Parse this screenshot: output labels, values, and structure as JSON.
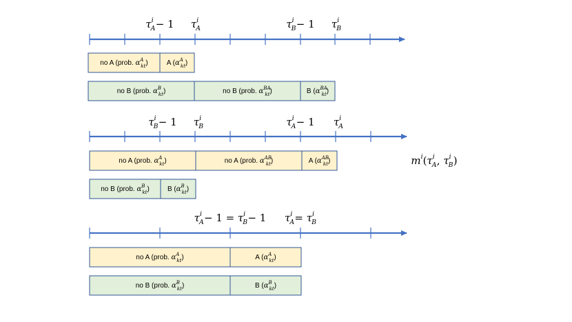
{
  "colors": {
    "axis": "#4472c4",
    "box_a_fill": "#fff2cc",
    "box_b_fill": "#e2efda",
    "box_border": "#2f5597"
  },
  "panels": [
    {
      "id": "panel-a-first",
      "axis_labels": [
        {
          "id": "tauA-minus-1",
          "parts": [
            {
              "t": "τ"
            },
            {
              "sup": "i"
            },
            {
              "sub": "A"
            },
            {
              "t": " − 1",
              "rm": true
            }
          ]
        },
        {
          "id": "tauA",
          "parts": [
            {
              "t": "τ"
            },
            {
              "sup": "i"
            },
            {
              "sub": "A"
            }
          ]
        },
        {
          "id": "tauB-minus-1",
          "parts": [
            {
              "t": "τ"
            },
            {
              "sup": "i"
            },
            {
              "sub": "B"
            },
            {
              "t": " − 1",
              "rm": true
            }
          ]
        },
        {
          "id": "tauB",
          "parts": [
            {
              "t": "τ"
            },
            {
              "sup": "i"
            },
            {
              "sub": "B"
            }
          ]
        }
      ],
      "rows": [
        {
          "kind": "a",
          "boxes": [
            {
              "id": "noA",
              "text": "no A (prob. ",
              "g": "α",
              "sup": "A",
              "sub": "kt",
              "end": ")"
            },
            {
              "id": "A",
              "text": "A (",
              "g": "α",
              "sup": "A",
              "sub": "kt",
              "end": ")"
            }
          ]
        },
        {
          "kind": "b",
          "boxes": [
            {
              "id": "noB",
              "text": "no B (prob. ",
              "g": "α",
              "sup": "B",
              "sub": "kt",
              "end": ")"
            },
            {
              "id": "noB-BA",
              "text": "no B (prob. ",
              "g": "α",
              "sup": "BA",
              "sub": "kt",
              "end": ")"
            },
            {
              "id": "B",
              "text": "B (",
              "g": "α",
              "sup": "BA",
              "sub": "kt",
              "end": ")"
            }
          ]
        }
      ]
    },
    {
      "id": "panel-b-first",
      "axis_labels": [
        {
          "id": "tauB-minus-1",
          "parts": [
            {
              "t": "τ"
            },
            {
              "sup": "i"
            },
            {
              "sub": "B"
            },
            {
              "t": " − 1",
              "rm": true
            }
          ]
        },
        {
          "id": "tauB",
          "parts": [
            {
              "t": "τ"
            },
            {
              "sup": "i"
            },
            {
              "sub": "B"
            }
          ]
        },
        {
          "id": "tauA-minus-1",
          "parts": [
            {
              "t": "τ"
            },
            {
              "sup": "i"
            },
            {
              "sub": "A"
            },
            {
              "t": " − 1",
              "rm": true
            }
          ]
        },
        {
          "id": "tauA",
          "parts": [
            {
              "t": "τ"
            },
            {
              "sup": "i"
            },
            {
              "sub": "A"
            }
          ]
        }
      ],
      "rows": [
        {
          "kind": "a",
          "boxes": [
            {
              "id": "noA",
              "text": "no A (prob. ",
              "g": "α",
              "sup": "A",
              "sub": "kt",
              "end": ")"
            },
            {
              "id": "noA-AB",
              "text": "no A (prob. ",
              "g": "α",
              "sup": "AB",
              "sub": "kt",
              "end": ")"
            },
            {
              "id": "A",
              "text": "A (",
              "g": "α",
              "sup": "AB",
              "sub": "kt",
              "end": ")"
            }
          ]
        },
        {
          "kind": "b",
          "boxes": [
            {
              "id": "noB",
              "text": "no B (prob. ",
              "g": "α",
              "sup": "B",
              "sub": "kt",
              "end": ")"
            },
            {
              "id": "B",
              "text": "B (",
              "g": "α",
              "sup": "B",
              "sub": "kt",
              "end": ")"
            }
          ]
        }
      ]
    },
    {
      "id": "panel-simultaneous",
      "axis_labels": [
        {
          "id": "tauA-1-eq-tauB-1",
          "parts": [
            {
              "t": "τ"
            },
            {
              "sup": "i"
            },
            {
              "sub": "A"
            },
            {
              "t": " − 1 = ",
              "rm": true
            },
            {
              "t": "τ"
            },
            {
              "sup": "i"
            },
            {
              "sub": "B"
            },
            {
              "t": " − 1",
              "rm": true
            }
          ]
        },
        {
          "id": "tauA-eq-tauB",
          "parts": [
            {
              "t": "τ"
            },
            {
              "sup": "i"
            },
            {
              "sub": "A"
            },
            {
              "t": " = ",
              "rm": true
            },
            {
              "t": "τ"
            },
            {
              "sup": "i"
            },
            {
              "sub": "B"
            }
          ]
        }
      ],
      "rows": [
        {
          "kind": "a",
          "boxes": [
            {
              "id": "noA",
              "text": "no A (prob. ",
              "g": "α",
              "sup": "A",
              "sub": "kt",
              "end": ")"
            },
            {
              "id": "A",
              "text": "A (",
              "g": "α",
              "sup": "A",
              "sub": "kt",
              "end": ")"
            }
          ]
        },
        {
          "kind": "b",
          "boxes": [
            {
              "id": "noB",
              "text": "no B (prob. ",
              "g": "α",
              "sup": "B",
              "sub": "kt",
              "end": ")"
            },
            {
              "id": "B",
              "text": "B (",
              "g": "α",
              "sup": "B",
              "sub": "kt",
              "end": ")"
            }
          ]
        }
      ]
    }
  ],
  "side_label": {
    "parts": [
      {
        "t": "m"
      },
      {
        "sup": "i"
      },
      {
        "t": "(",
        "rm": true
      },
      {
        "t": "τ"
      },
      {
        "sup": "i"
      },
      {
        "sub": "A"
      },
      {
        "t": ", ",
        "rm": true
      },
      {
        "t": "τ"
      },
      {
        "sup": "i"
      },
      {
        "sub": "B"
      },
      {
        "t": ")",
        "rm": true
      }
    ]
  }
}
